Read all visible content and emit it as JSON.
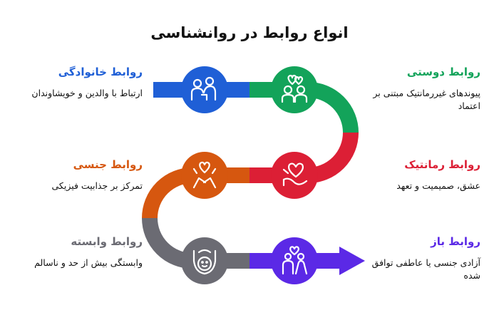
{
  "title": "انواع روابط در روانشناسی",
  "colors": {
    "family": "#1f5fd6",
    "friendship": "#13a35a",
    "romantic": "#dc1f35",
    "sexual": "#d6570f",
    "dependent": "#6b6b73",
    "open": "#5b29e6"
  },
  "items": {
    "family": {
      "heading": "روابط خانوادگی",
      "desc": "ارتباط با والدین و خویشاوندان",
      "icon": "family-icon"
    },
    "friendship": {
      "heading": "روابط دوستی",
      "desc": "پیوندهای غیررمانتیک مبتنی بر اعتماد",
      "icon": "friends-icon"
    },
    "sexual": {
      "heading": "روابط جنسی",
      "desc": "تمرکز بر جذابیت فیزیکی",
      "icon": "hands-heart-icon"
    },
    "romantic": {
      "heading": "روابط رمانتیک",
      "desc": "عشق، صمیمیت و تعهد",
      "icon": "heart-in-hand-icon"
    },
    "dependent": {
      "heading": "روابط وابسته",
      "desc": "وابستگی بیش از حد و ناسالم",
      "icon": "held-face-icon"
    },
    "open": {
      "heading": "روابط باز",
      "desc": "آزادی جنسی یا عاطفی توافق شده",
      "icon": "couple-heart-icon"
    }
  }
}
